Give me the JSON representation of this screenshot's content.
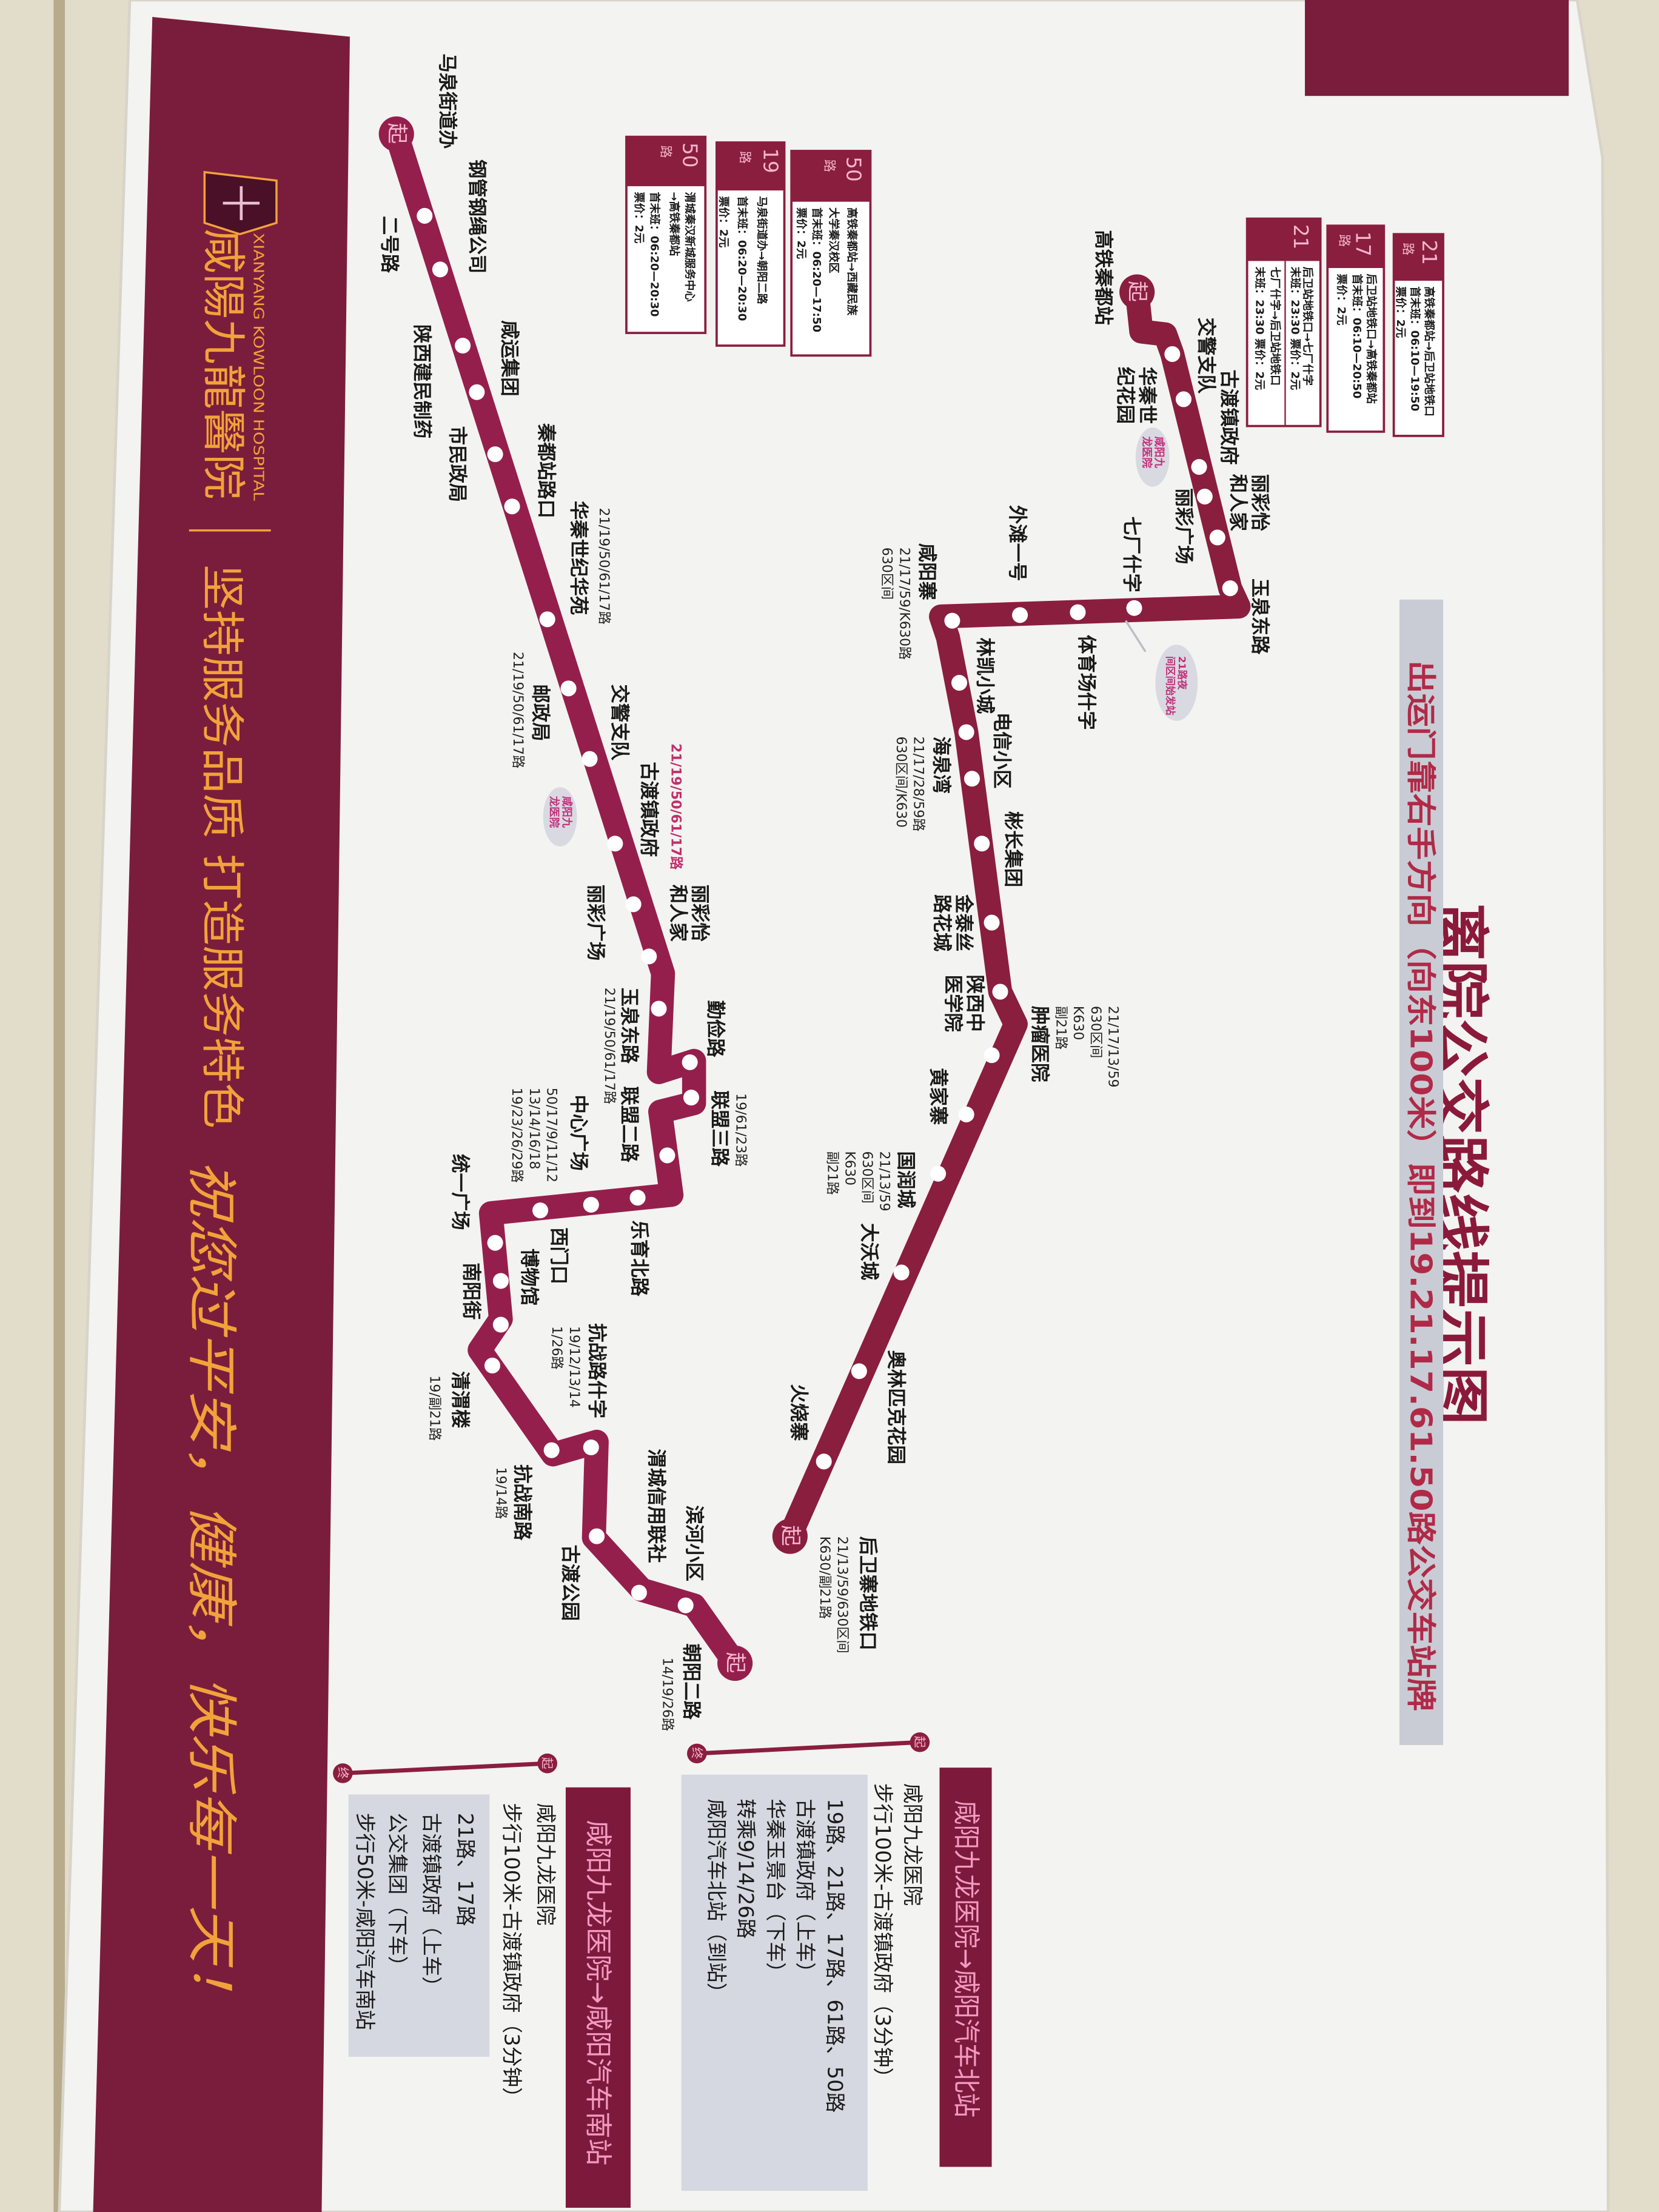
{
  "title": "离院公交路线提示图",
  "subtitle": "出运门靠右手方向（向东100米）即到19.21.17.61.50路公交车站牌",
  "start_marker": "起",
  "end_marker": "终",
  "hospital": {
    "name_cn": "咸陽九龍醫院",
    "name_en": "XIANYANG KOWLOON HOSPITAL",
    "slogan": "坚持服务品质 打造服务特色",
    "wish": "祝您过平安，健康，快乐每一天！"
  },
  "callouts": {
    "hospital": "咸阳九龙医院",
    "night_start": "21路夜间区间始发站"
  },
  "route_cards": [
    {
      "number": "50",
      "unit": "路",
      "lines": [
        "高铁秦都站→西藏民族",
        "大学秦汉校区",
        "首末班：06:20—17:50",
        "票价：2元"
      ]
    },
    {
      "number": "19",
      "unit": "路",
      "lines": [
        "马泉街道办→朝阳二路",
        "首末班：06:20—20:30",
        "票价：2元"
      ]
    },
    {
      "number": "50",
      "unit": "路",
      "lines": [
        "渭城秦汉新城服务中心",
        "→高铁秦都站",
        "首末班：06:20—20:30",
        "票价：2元"
      ]
    },
    {
      "number": "21",
      "unit": "路",
      "lines": [
        "高铁秦都站→后卫站地铁口",
        "首末班：06:10—19:50",
        "票价：2元"
      ]
    },
    {
      "number": "17",
      "unit": "路",
      "lines": [
        "后卫站地铁口→高铁秦都站",
        "首末班：06:10—20:50",
        "票价：2元"
      ]
    },
    {
      "number": "21",
      "unit": "",
      "lines": [
        "后卫站地铁口→七厂什字",
        "末班：23:30 票价：2元",
        "七厂什字→后卫站地铁口",
        "末班：23:30 票价：2元"
      ]
    }
  ],
  "line_a": {
    "stations": [
      {
        "name": "高铁秦都站"
      },
      {
        "name": "交警支队"
      },
      {
        "name": "华秦世纪花园"
      },
      {
        "name": "古渡镇政府"
      },
      {
        "name": "丽彩怡和人家"
      },
      {
        "name": "丽彩广场"
      },
      {
        "name": "七厂什字"
      },
      {
        "name": "玉泉东路"
      },
      {
        "name": "外滩一号"
      },
      {
        "name": "咸阳寨",
        "routes": [
          "21/17/59/K630路",
          "630区间"
        ]
      },
      {
        "name": "体育场什字"
      },
      {
        "name": "林凯小城"
      },
      {
        "name": "电信小区"
      },
      {
        "name": "海泉湾",
        "routes": [
          "21/17/28/59路",
          "630区间/K630"
        ]
      },
      {
        "name": "彬长集团"
      },
      {
        "name": "金泰丝路花城"
      },
      {
        "name": "陕西中医学院"
      },
      {
        "name": "肿瘤医院",
        "routes": [
          "21/17/13/59",
          "630区间",
          "K630",
          "副21路"
        ]
      },
      {
        "name": "黄家寨"
      },
      {
        "name": "国润城",
        "routes": [
          "21/13/59",
          "630区间",
          "K630",
          "副21路"
        ]
      },
      {
        "name": "大沃城"
      },
      {
        "name": "奥林匹克花园"
      },
      {
        "name": "火烧寨"
      },
      {
        "name": "后卫寨地铁口",
        "routes": [
          "21/13/59/630区间",
          "K630/副21路"
        ]
      }
    ]
  },
  "line_b": {
    "stations": [
      {
        "name": "马泉街道办"
      },
      {
        "name": "二号路"
      },
      {
        "name": "钢管钢绳公司"
      },
      {
        "name": "陕西建民制药"
      },
      {
        "name": "咸运集团"
      },
      {
        "name": "市民政局"
      },
      {
        "name": "秦都站路口"
      },
      {
        "name": "华秦世纪华苑",
        "routes": [
          "21/19/50/61/17路"
        ]
      },
      {
        "name": "邮政局",
        "routes": [
          "21/19/50/61/17路"
        ]
      },
      {
        "name": "交警支队"
      },
      {
        "name": "古渡镇政府"
      },
      {
        "name": "丽彩怡和人家",
        "routes": [
          "21/19/50/61/17路"
        ]
      },
      {
        "name": "丽彩广场"
      },
      {
        "name": "玉泉东路",
        "routes": [
          "21/19/50/61/17路"
        ]
      },
      {
        "name": "勤俭路"
      },
      {
        "name": "联盟三路",
        "routes": [
          "19/61/23路"
        ]
      },
      {
        "name": "联盟二路"
      },
      {
        "name": "中心广场",
        "routes": [
          "50/17/9/11/12",
          "13/14/16/18",
          "19/23/26/29路"
        ]
      },
      {
        "name": "乐育北路"
      },
      {
        "name": "西门口"
      },
      {
        "name": "博物馆"
      },
      {
        "name": "统一广场"
      },
      {
        "name": "南阳街"
      },
      {
        "name": "抗战路什字",
        "routes": [
          "19/12/13/14",
          "1/26路"
        ]
      },
      {
        "name": "清渭楼",
        "routes": [
          "19/副21路"
        ]
      },
      {
        "name": "抗战南路",
        "routes": [
          "19/14路"
        ]
      },
      {
        "name": "古渡公园"
      },
      {
        "name": "渭城信用联社"
      },
      {
        "name": "滨河小区"
      },
      {
        "name": "朝阳二路",
        "routes": [
          "14/19/26路"
        ]
      }
    ]
  },
  "panels": [
    {
      "title": "咸阳九龙医院→咸阳汽车北站",
      "start": "咸阳九龙医院",
      "walk": "步行100米-古渡镇政府（3分钟）",
      "steps": [
        "19路、21路、17路、61路、50路",
        "古渡镇政府（上车）",
        "华秦玉景台（下车）",
        "转乘9/14/26路",
        "咸阳汽车北站（到站）"
      ]
    },
    {
      "title": "咸阳九龙医院→咸阳汽车南站",
      "start": "咸阳九龙医院",
      "walk": "步行100米-古渡镇政府（3分钟）",
      "steps": [
        "21路、17路",
        "古渡镇政府（上车）",
        "公交集团（下车）",
        "步行50米-咸阳汽车南站"
      ]
    }
  ],
  "colors": {
    "route_line": "#8a1e3e",
    "route_line_b": "#951f4c",
    "banner": "#7a1d3c",
    "banner_text": "#f2a23a",
    "header_text": "#f4b6cb",
    "title": "#8b1a3a",
    "subtitle_bar": "#c9ccd4",
    "panel_fill": "#d5d8e0",
    "callout_text": "#c0307a"
  }
}
